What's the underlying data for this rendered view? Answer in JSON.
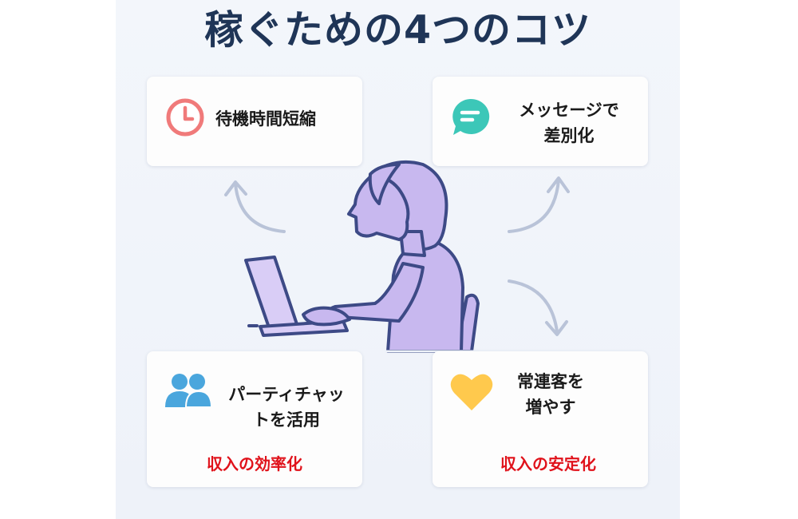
{
  "title": "稼ぐための4つのコツ",
  "cards": [
    {
      "lines": [
        "待機時間短縮"
      ],
      "icon": "clock-icon",
      "color": "#f07a7a"
    },
    {
      "lines": [
        "メッセージで",
        "差別化"
      ],
      "icon": "chat-bubble-icon",
      "color": "#3cc7b8"
    },
    {
      "lines": [
        "パーティチャッ",
        "トを活用"
      ],
      "icon": "users-icon",
      "color": "#4aa6dd",
      "result": "収入の効率化"
    },
    {
      "lines": [
        "常連客を",
        "増やす"
      ],
      "icon": "heart-icon",
      "color": "#ffc94d",
      "result": "収入の安定化"
    }
  ],
  "colors": {
    "title": "#1f3557",
    "result": "#e0121b",
    "illustration": "#c8b8ef",
    "outline": "#3d4a86"
  }
}
